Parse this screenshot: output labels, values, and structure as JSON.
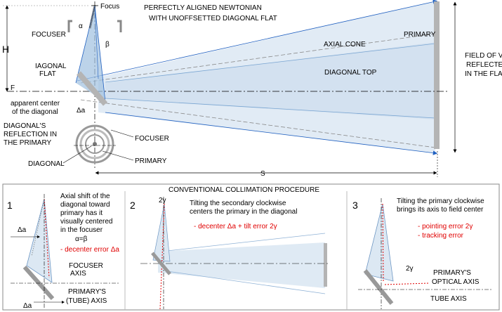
{
  "top": {
    "title_line1": "PERFECTLY ALIGNED NEWTONIAN",
    "title_line2": "WITH UNOFFSETTED DIAGONAL FLAT",
    "focus": "Focus",
    "focuser": "FOCUSER",
    "alpha": "α",
    "beta": "β",
    "h": "H",
    "f": "F",
    "diag_flat_1": "IAGONAL",
    "diag_flat_2": "FLAT",
    "apparent_1": "apparent center",
    "apparent_2": "of the diagonal",
    "delta_a": "Δa",
    "reflection_1": "DIAGONAL'S",
    "reflection_2": "REFLECTION IN",
    "reflection_3": "THE PRIMARY",
    "diagonal": "DIAGONAL",
    "focuser_ring": "FOCUSER",
    "primary_ring": "PRIMARY",
    "primary": "PRIMARY",
    "axial_cone": "AXIAL CONE",
    "diagonal_top": "DIAGONAL TOP",
    "fov_1": "FIELD OF VIEW",
    "fov_2": "REFLECTED",
    "fov_3": "IN THE FLAT",
    "s": "S"
  },
  "bottom": {
    "title": "CONVENTIONAL COLLIMATION PROCEDURE",
    "p1": {
      "num": "1",
      "t1": "Axial shift of the",
      "t2": "diagonal toward",
      "t3": "primary has it",
      "t4": "visually centered",
      "t5": "in the focuser",
      "eq": "α=β",
      "err": "- decenter error Δa",
      "delta_top": "Δa",
      "delta_bottom": "Δa",
      "focuser_axis_1": "FOCUSER",
      "focuser_axis_2": "AXIS",
      "primary_axis_1": "PRIMARY'S",
      "primary_axis_2": "(TUBE) AXIS"
    },
    "p2": {
      "num": "2",
      "gamma": "2γ",
      "t1": "Tilting the secondary clockwise",
      "t2": "centers the primary in the diagonal",
      "err": "- decenter Δa + tilt error 2γ"
    },
    "p3": {
      "num": "3",
      "t1": "Tilting the primary clockwise",
      "t2": "brings its axis to field center",
      "err1": "- pointing error 2γ",
      "err2": "- tracking error",
      "gamma": "2γ",
      "primary_optical_1": "PRIMARY'S",
      "primary_optical_2": "OPTICAL AXIS",
      "tube_axis": "TUBE AXIS"
    }
  },
  "colors": {
    "cone": "#dce8f3",
    "cone_edge": "#4f8ac4",
    "blue_ray": "#2060c0",
    "red_ray": "#e00000",
    "mirror": "#b4b4b4",
    "axis": "#000000"
  }
}
